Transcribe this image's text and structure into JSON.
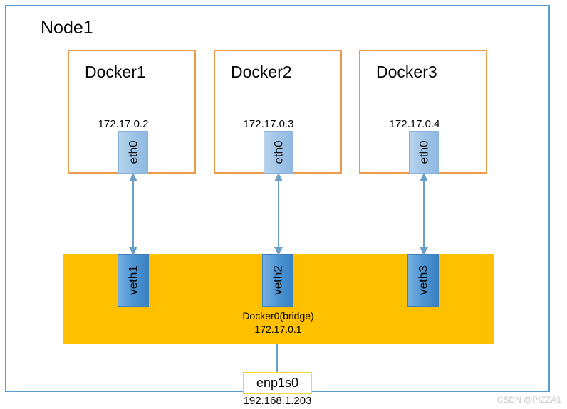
{
  "node": {
    "title": "Node1",
    "border_color": "#5B9BD5"
  },
  "containers": [
    {
      "name": "Docker1",
      "ip": "172.17.0.2",
      "interface": "eth0",
      "border_color": "#ED9A4B"
    },
    {
      "name": "Docker2",
      "ip": "172.17.0.3",
      "interface": "eth0",
      "border_color": "#ED9A4B"
    },
    {
      "name": "Docker3",
      "ip": "172.17.0.4",
      "interface": "eth0",
      "border_color": "#ED9A4B"
    }
  ],
  "bridge": {
    "name": "Docker0(bridge)",
    "ip": "172.17.0.1",
    "fill_color": "#FFC000",
    "veths": [
      "veth1",
      "veth2",
      "veth3"
    ]
  },
  "nic": {
    "name": "enp1s0",
    "ip": "192.168.1.203",
    "border_color": "#FFD530"
  },
  "watermark": {
    "text": "CSDN @PIZZA1"
  }
}
